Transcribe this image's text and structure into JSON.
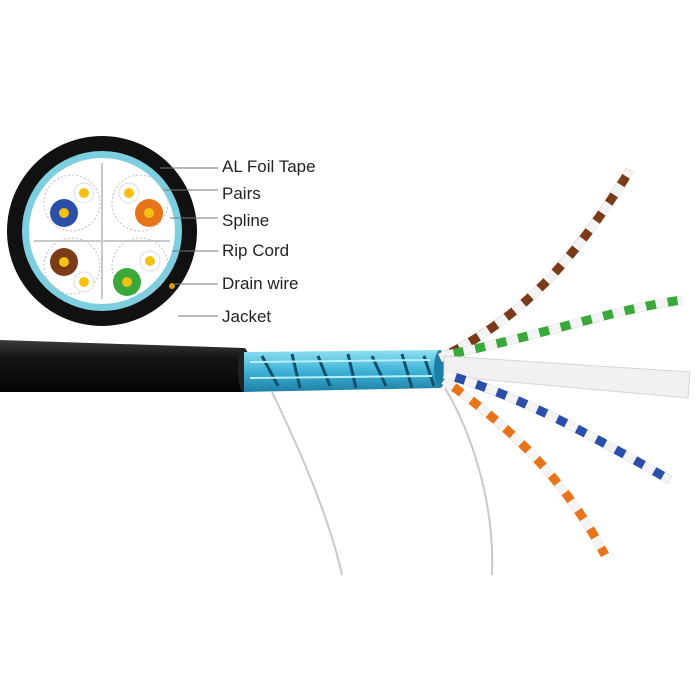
{
  "labels": {
    "al_foil_tape": "AL Foil Tape",
    "pairs": "Pairs",
    "spline": "Spline",
    "rip_cord": "Rip Cord",
    "drain_wire": "Drain wire",
    "jacket": "Jacket"
  },
  "colors": {
    "jacket": "#111111",
    "foil": "#5bc0de",
    "blue_pair": "#2b4fa8",
    "orange_pair": "#e8741a",
    "brown_pair": "#7a3c18",
    "green_pair": "#3aa83a",
    "white_stripe": "#f4f4f4",
    "tracer": "#f5c010"
  }
}
